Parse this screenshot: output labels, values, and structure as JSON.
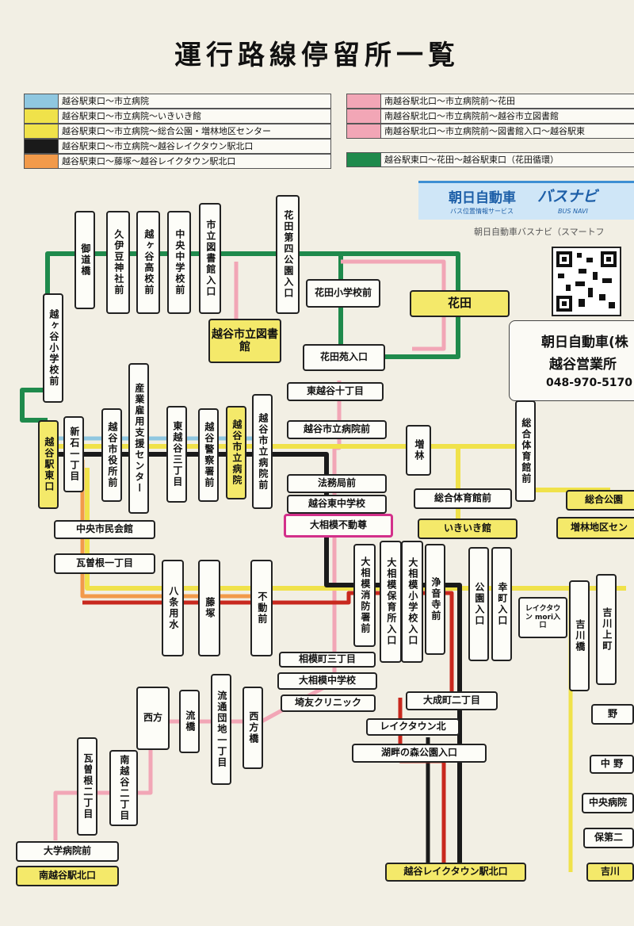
{
  "title": "運行路線停留所一覧",
  "legend": {
    "left": [
      {
        "color": "#8fc7e0",
        "label": "越谷駅東口～市立病院"
      },
      {
        "color": "#f0e24a",
        "label": "越谷駅東口～市立病院～いきいき館"
      },
      {
        "color": "#f0e24a",
        "label": "越谷駅東口～市立病院～総合公園・増林地区センター"
      },
      {
        "color": "#1a1a1a",
        "label": "越谷駅東口～市立病院～越谷レイクタウン駅北口"
      },
      {
        "color": "#f29a4a",
        "label": "越谷駅東口～藤塚～越谷レイクタウン駅北口"
      }
    ],
    "right": [
      {
        "color": "#f2a6b6",
        "label": "南越谷駅北口～市立病院前～花田"
      },
      {
        "color": "#f2a6b6",
        "label": "南越谷駅北口～市立病院前～越谷市立図書館"
      },
      {
        "color": "#f2a6b6",
        "label": "南越谷駅北口～市立病院前～図書館入口～越谷駅東"
      },
      {
        "color": "#1f8a4c",
        "label": "越谷駅東口～花田～越谷駅東口（花田循環）"
      }
    ]
  },
  "company": {
    "banner_name": "朝日自動車",
    "banner_product": "バスナビ",
    "banner_sub": "バス位置情報サービス",
    "banner_en": "BUS NAVI",
    "caption": "朝日自動車バスナビ（スマートフ",
    "name": "朝日自動車(株",
    "office": "越谷営業所",
    "phone": "048-970-5170"
  },
  "stops": {
    "koshigaya_east": "越谷駅東口",
    "koshigaya_shogakko": "越ヶ谷小学校前",
    "shinishi": "新石一丁目",
    "shiyakusho": "越谷市役所前",
    "sangyo": "産業雇用支援センター",
    "higashi3": "東越谷三丁目",
    "keisatsu": "越谷警察署前",
    "shiritsu_byoin": "越谷市立病院",
    "shiritsu_byoinmae": "越谷市立病院前",
    "gojin": "御道橋",
    "kuizu": "久伊豆神社前",
    "koukou": "越ヶ谷高校前",
    "chugakko": "中央中学校前",
    "toshokan_iriguchi": "市立図書館入口",
    "hanada4": "花田第四公園入口",
    "hanada_sho": "花田小学校前",
    "hanada": "花田",
    "toshokan": "越谷市立図書館",
    "hanadaen": "花田苑入口",
    "higashi10": "東越谷十丁目",
    "hanadaenmae": "越谷市立病院前",
    "homukyoku": "法務局前",
    "higashi_chu": "越谷東中学校",
    "fudoson": "大相模不動尊",
    "masubayashi": "増林",
    "sogo_taiikukan_v": "総合体育館前",
    "sogo_taiikukan": "総合体育館前",
    "ikiikikan": "いきいき館",
    "sogo_koen": "総合公園",
    "masubayashi_center": "増林地区セン",
    "chuo_shiminkaikan": "中央市民会館",
    "kawarasone1": "瓦曽根一丁目",
    "hachijo": "八条用水",
    "fujitsuka": "藤塚",
    "fudomae": "不動前",
    "shobo": "大相模消防署前",
    "hoikusho": "大相模保育所入口",
    "shogakko2": "大相模小学校入口",
    "joonji": "浄音寺前",
    "koen_iriguchi": "公園入口",
    "saiwaicho": "幸町入口",
    "laketown_mon": "レイクタウン mori入口",
    "yoshikawabashi": "吉川橋",
    "yoshikawa_ue": "吉川上町",
    "sagamicho3": "相模町三丁目",
    "sagami_chu": "大相模中学校",
    "clinic": "埼友クリニック",
    "taisei2": "大成町二丁目",
    "laketown_kita": "レイクタウン北",
    "kohan": "湖畔の森公園入口",
    "laketown_eki": "越谷レイクタウン駅北口",
    "nishikata": "西方",
    "nagare": "流橋",
    "ryutsu": "流通団地一丁目",
    "nishikatabashi": "西方橋",
    "kawarasone2": "瓦曽根二丁目",
    "minami2": "南越谷二丁目",
    "daigaku": "大学病院前",
    "minami_kita": "南越谷駅北口",
    "no": "野",
    "naka": "中 野",
    "chuo_byoin": "中央病院",
    "hoda": "保第二",
    "yoshikawa_r": "吉川"
  }
}
